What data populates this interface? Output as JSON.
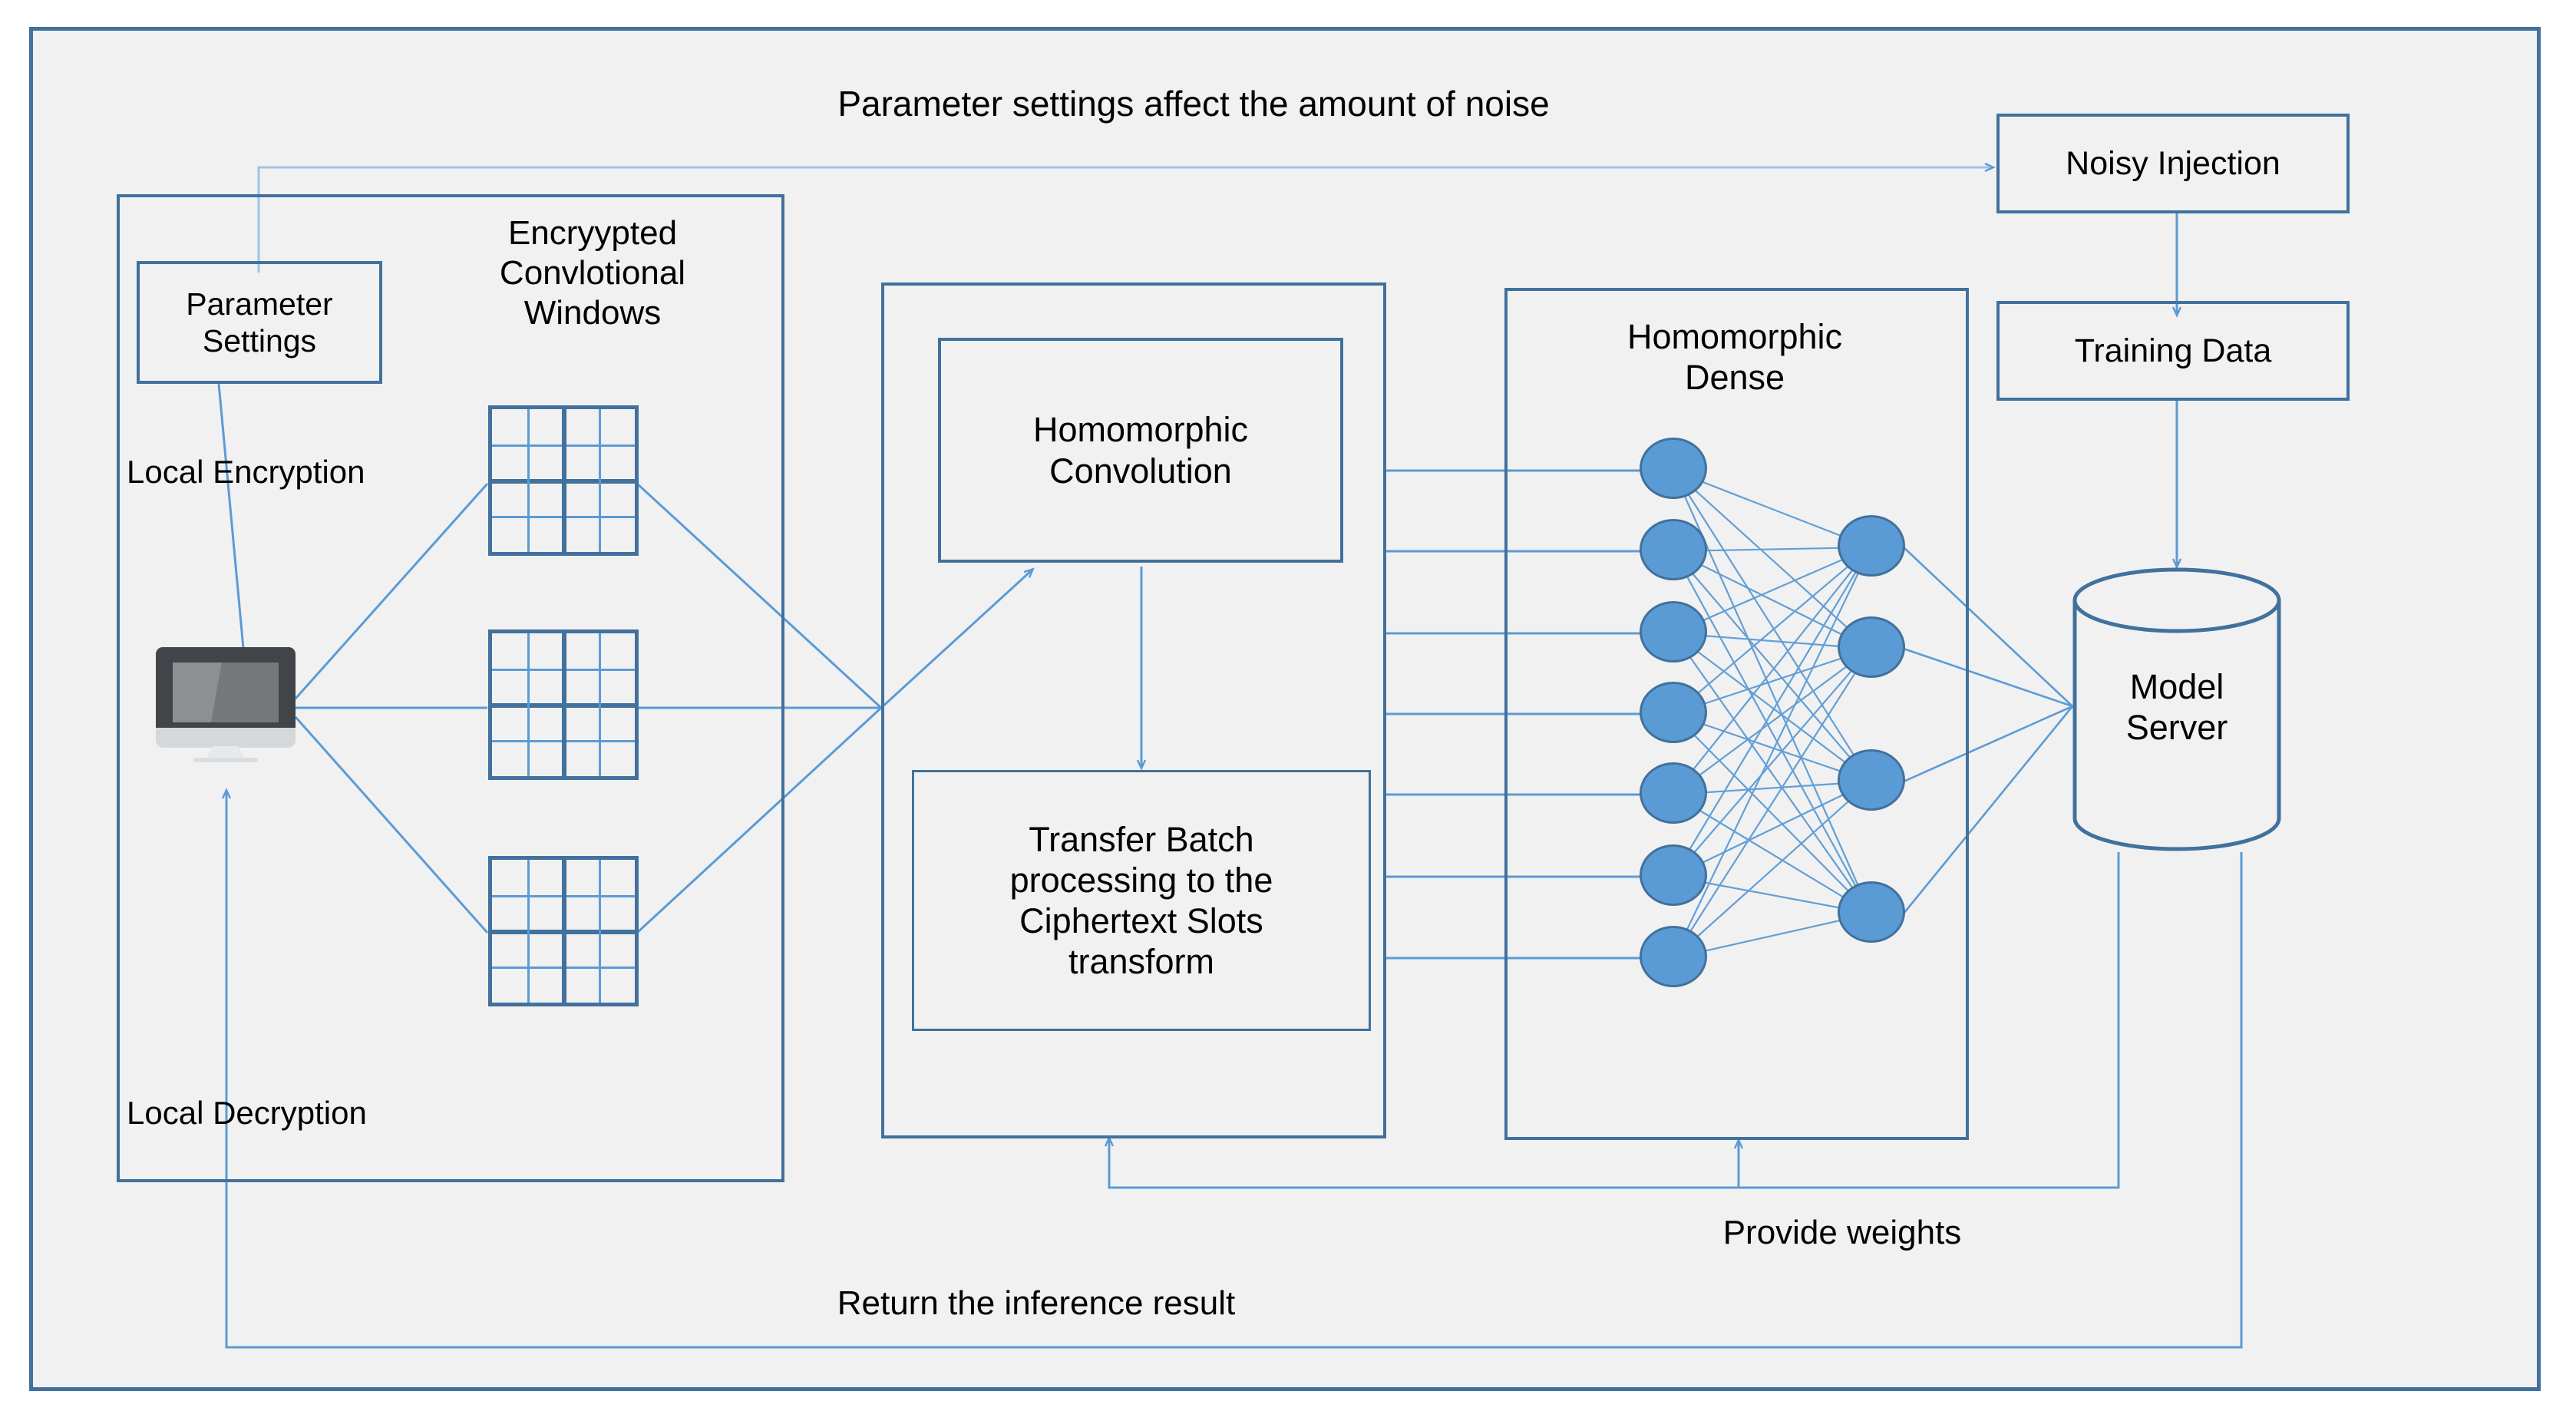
{
  "diagram": {
    "title_note": "Parameter settings affect the amount of noise",
    "client_panel": {
      "parameter_settings": "Parameter\nSettings",
      "windows_title": "Encryypted\nConvlotional\nWindows",
      "local_encryption": "Local Encryption",
      "local_decryption": "Local Decryption",
      "monitor_icon": "desktop-monitor-icon",
      "conv_windows": [
        {
          "name": "conv-window-1",
          "rows": 4,
          "cols": 4
        },
        {
          "name": "conv-window-2",
          "rows": 4,
          "cols": 4
        },
        {
          "name": "conv-window-3",
          "rows": 4,
          "cols": 4
        }
      ]
    },
    "compute_panel": {
      "homomorphic_convolution": "Homomorphic\nConvolution",
      "transfer_batch": "Transfer Batch\nprocessing to the\nCiphertext Slots\ntransform"
    },
    "dense_panel": {
      "title": "Homomorphic\nDense",
      "input_nodes": 7,
      "output_nodes": 4
    },
    "server_column": {
      "noisy_injection": "Noisy Injection",
      "training_data": "Training Data",
      "model_server": "Model\nServer"
    },
    "edge_labels": {
      "provide_weights": "Provide weights",
      "return_inference": "Return the inference result"
    },
    "colors": {
      "canvas_bg": "#F1F1F1",
      "border_dark_blue": "#41719C",
      "connector_blue": "#5B9BD5",
      "node_fill": "#5B9BD5",
      "text": "#000000"
    }
  }
}
